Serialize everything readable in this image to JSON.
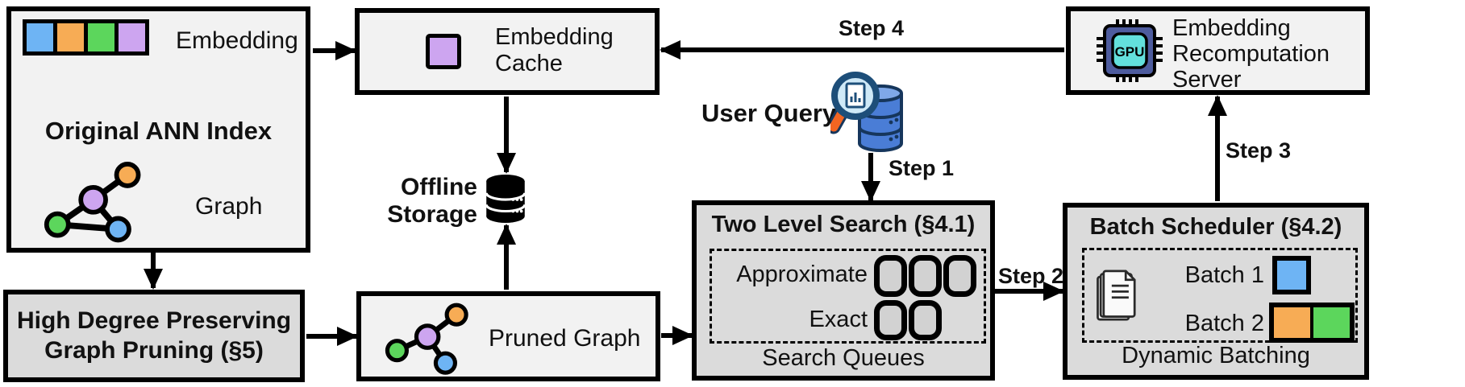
{
  "colors": {
    "blue": "#6EB4F4",
    "orange": "#F7AC55",
    "green": "#5CD65C",
    "purple": "#CDA5F0",
    "box_light": "#F2F2F2",
    "box_dark": "#DBDBDB",
    "queue_fill": "#D2D2D2",
    "gpu_body": "#4E5C9E",
    "gpu_screen": "#63E0DC",
    "magnifier_rim": "#1D4E79",
    "magnifier_handle": "#F26522",
    "query_db": "#4A7DD6"
  },
  "ann_box": {
    "embedding_label": "Embedding",
    "title": "Original ANN Index",
    "graph_label": "Graph"
  },
  "pruning_box": {
    "line1": "High Degree Preserving",
    "line2": "Graph Pruning (§5)"
  },
  "cache_box": {
    "line1": "Embedding",
    "line2": "Cache"
  },
  "offline_storage": {
    "line1": "Offline",
    "line2": "Storage"
  },
  "pruned_box": {
    "label": "Pruned Graph"
  },
  "user_query": {
    "label": "User Query"
  },
  "steps": {
    "step1": "Step 1",
    "step2": "Step 2",
    "step3": "Step 3",
    "step4": "Step 4"
  },
  "two_level_search": {
    "title": "Two Level Search (§4.1)",
    "row1_label": "Approximate",
    "row2_label": "Exact",
    "caption": "Search Queues"
  },
  "batch_scheduler": {
    "title": "Batch Scheduler (§4.2)",
    "batch1_label": "Batch 1",
    "batch2_label": "Batch 2",
    "caption": "Dynamic Batching"
  },
  "recomputation_box": {
    "line1": "Embedding",
    "line2": "Recomputation",
    "line3": "Server"
  },
  "gpu_icon_label": "GPU"
}
